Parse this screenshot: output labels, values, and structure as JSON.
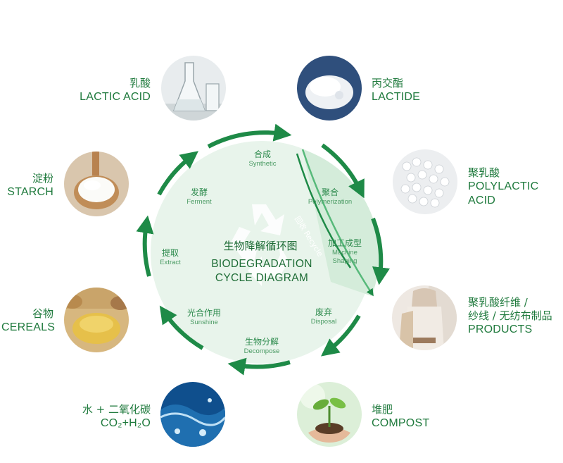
{
  "center": {
    "title_cn": "生物降解循环图",
    "title_en_line1": "BIODEGRADATION",
    "title_en_line2": "CYCLE DIAGRAM"
  },
  "recycle": {
    "label": "回收 Recycle"
  },
  "steps": [
    {
      "cn": "合成",
      "en": "Synthetic"
    },
    {
      "cn": "聚合",
      "en": "Polymerization"
    },
    {
      "cn": "加工成型",
      "en_line1": "Machine",
      "en_line2": "Shaping"
    },
    {
      "cn": "废弃",
      "en": "Disposal"
    },
    {
      "cn": "生物分解",
      "en": "Decompose"
    },
    {
      "cn": "光合作用",
      "en": "Sunshine"
    },
    {
      "cn": "提取",
      "en": "Extract"
    },
    {
      "cn": "发酵",
      "en": "Ferment"
    }
  ],
  "materials": {
    "lactic_acid": {
      "cn": "乳酸",
      "en": "LACTIC ACID"
    },
    "lactide": {
      "cn": "丙交酯",
      "en": "LACTIDE"
    },
    "polylactic_acid": {
      "cn": "聚乳酸",
      "en_line1": "POLYLACTIC",
      "en_line2": "ACID"
    },
    "products": {
      "cn_line1": "聚乳酸纤维 /",
      "cn_line2": "纱线 / 无纺布制品",
      "en": "PRODUCTS"
    },
    "compost": {
      "cn": "堆肥",
      "en": "COMPOST"
    },
    "water_co2": {
      "cn": "水 + 二氧化碳",
      "en": "CO₂+H₂O"
    },
    "cereals": {
      "cn": "谷物",
      "en": "CEREALS"
    },
    "starch": {
      "cn": "淀粉",
      "en": "STARCH"
    }
  },
  "colors": {
    "primary_green": "#1f7a3d",
    "arrow_green": "#1e8a47",
    "circle_fill": "#e9f4ec",
    "recycle_band": "#8fd3a6"
  },
  "icons": [
    "arrow-icon",
    "recycle-symbol-icon"
  ]
}
